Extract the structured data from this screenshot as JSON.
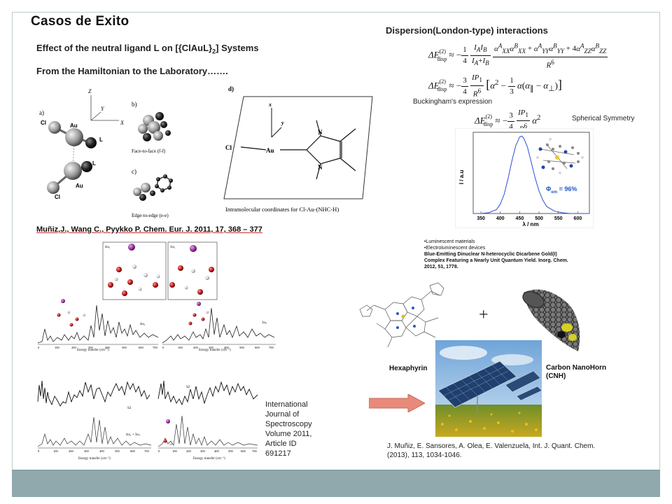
{
  "slide": {
    "title": "Casos de Exito"
  },
  "left": {
    "heading1": "Effect of the neutral ligand L on [{ClAuL}",
    "heading1_sub": "2",
    "heading1_end": "] Systems",
    "heading2": "From the Hamiltonian to the Laboratory…….",
    "panel_a_label": "a)",
    "panel_b_label": "b)",
    "panel_c_label": "c)",
    "panel_d_label": "d)",
    "axis_z": "Z",
    "axis_y": "Y",
    "axis_x": "X",
    "atom_cl": "Cl",
    "atom_au": "Au",
    "atom_l": "L",
    "face_to_face": "Face-to-face (f-f)",
    "edge_to_edge": "Edge-to-edge (e-e)",
    "d_axis_x": "x",
    "d_axis_y": "y",
    "d_cl": "Cl",
    "d_au": "Au",
    "d_n1": "N",
    "d_n2": "N",
    "d_caption": "Intramolecular coordinates for Cl-Au-(NHC-H)",
    "reference": "Muñiz,J., Wang C., Pyykko P. Chem. Eur. J. 2011, 17, 368 – 377",
    "spec1_xlabel": "Energy transfer (cm⁻¹)",
    "spec2_xlabel": "Energy transfer (cm⁻¹)",
    "spec3_xlabel": "Energy transfer (cm⁻¹)",
    "spec4_xlabel": "Energy transfer (cm⁻¹)",
    "spec_ticks": [
      "0",
      "100",
      "200",
      "300",
      "400",
      "500",
      "600",
      "700"
    ],
    "spec1_tag": "4ω₁",
    "spec2_tag": "3ω₁",
    "spec3_tag": "S2",
    "spec3_tag2": "4ω₁ + 3ω₁",
    "spec4_tag": "S2",
    "ijs_line1": "International",
    "ijs_line2": "Journal of",
    "ijs_line3": "Spectroscopy",
    "ijs_line4": "Volume 2011,",
    "ijs_line5": "Article ID",
    "ijs_line6": "691217",
    "inset1_tag": "4ω₁",
    "inset2_tag": "3ω₁"
  },
  "right": {
    "heading": "Dispersion(London-type) interactions",
    "buckingham": "Buckingham's expression",
    "spherical": "Spherical Symmetry",
    "plot_ylabel": "I / a.u",
    "plot_xlabel": "λ / nm",
    "plot_phi": "Φ",
    "plot_phi_sub": "em",
    "plot_phi_val": " = 96%",
    "bullet1": "•Luminescent materials",
    "bullet2": "•Electroluminescent devices",
    "bullet3": "Blue-Emitting Dinuclear N-heterocyclic Dicarbene Gold(I) Complex Featuring a Nearly Unit Quantum Yield. Inorg. Chem. 2012, 51, 1778.",
    "plus": "+",
    "hexaphyrin": "Hexaphyrin",
    "cnh1": "Carbon NanoHorn",
    "cnh2": "(CNH)",
    "ref_bottom": "J. Muñiz, E. Sansores, A. Olea, E. Valenzuela, Int. J. Quant. Chem. (2013), 113, 1034-1046."
  },
  "colors": {
    "footer": "#8fa9ad",
    "arrow": "#e88a7a",
    "curve": "#2b4fd6"
  },
  "chart_data": {
    "type": "line",
    "title": "",
    "xlabel": "λ / nm",
    "ylabel": "I / a.u",
    "xlim": [
      330,
      630
    ],
    "ylim": [
      0,
      1.05
    ],
    "x_ticks": [
      350,
      400,
      450,
      500,
      550,
      600
    ],
    "series": [
      {
        "values_x": [
          330,
          350,
          370,
          390,
          400,
          410,
          420,
          430,
          440,
          450,
          455,
          460,
          470,
          480,
          490,
          500,
          510,
          520,
          540,
          560,
          580,
          600,
          630
        ],
        "values_y": [
          0.0,
          0.0,
          0.01,
          0.05,
          0.12,
          0.25,
          0.45,
          0.68,
          0.88,
          0.99,
          1.0,
          0.98,
          0.86,
          0.66,
          0.46,
          0.29,
          0.17,
          0.09,
          0.03,
          0.01,
          0.0,
          0.0,
          0.0
        ]
      }
    ]
  }
}
